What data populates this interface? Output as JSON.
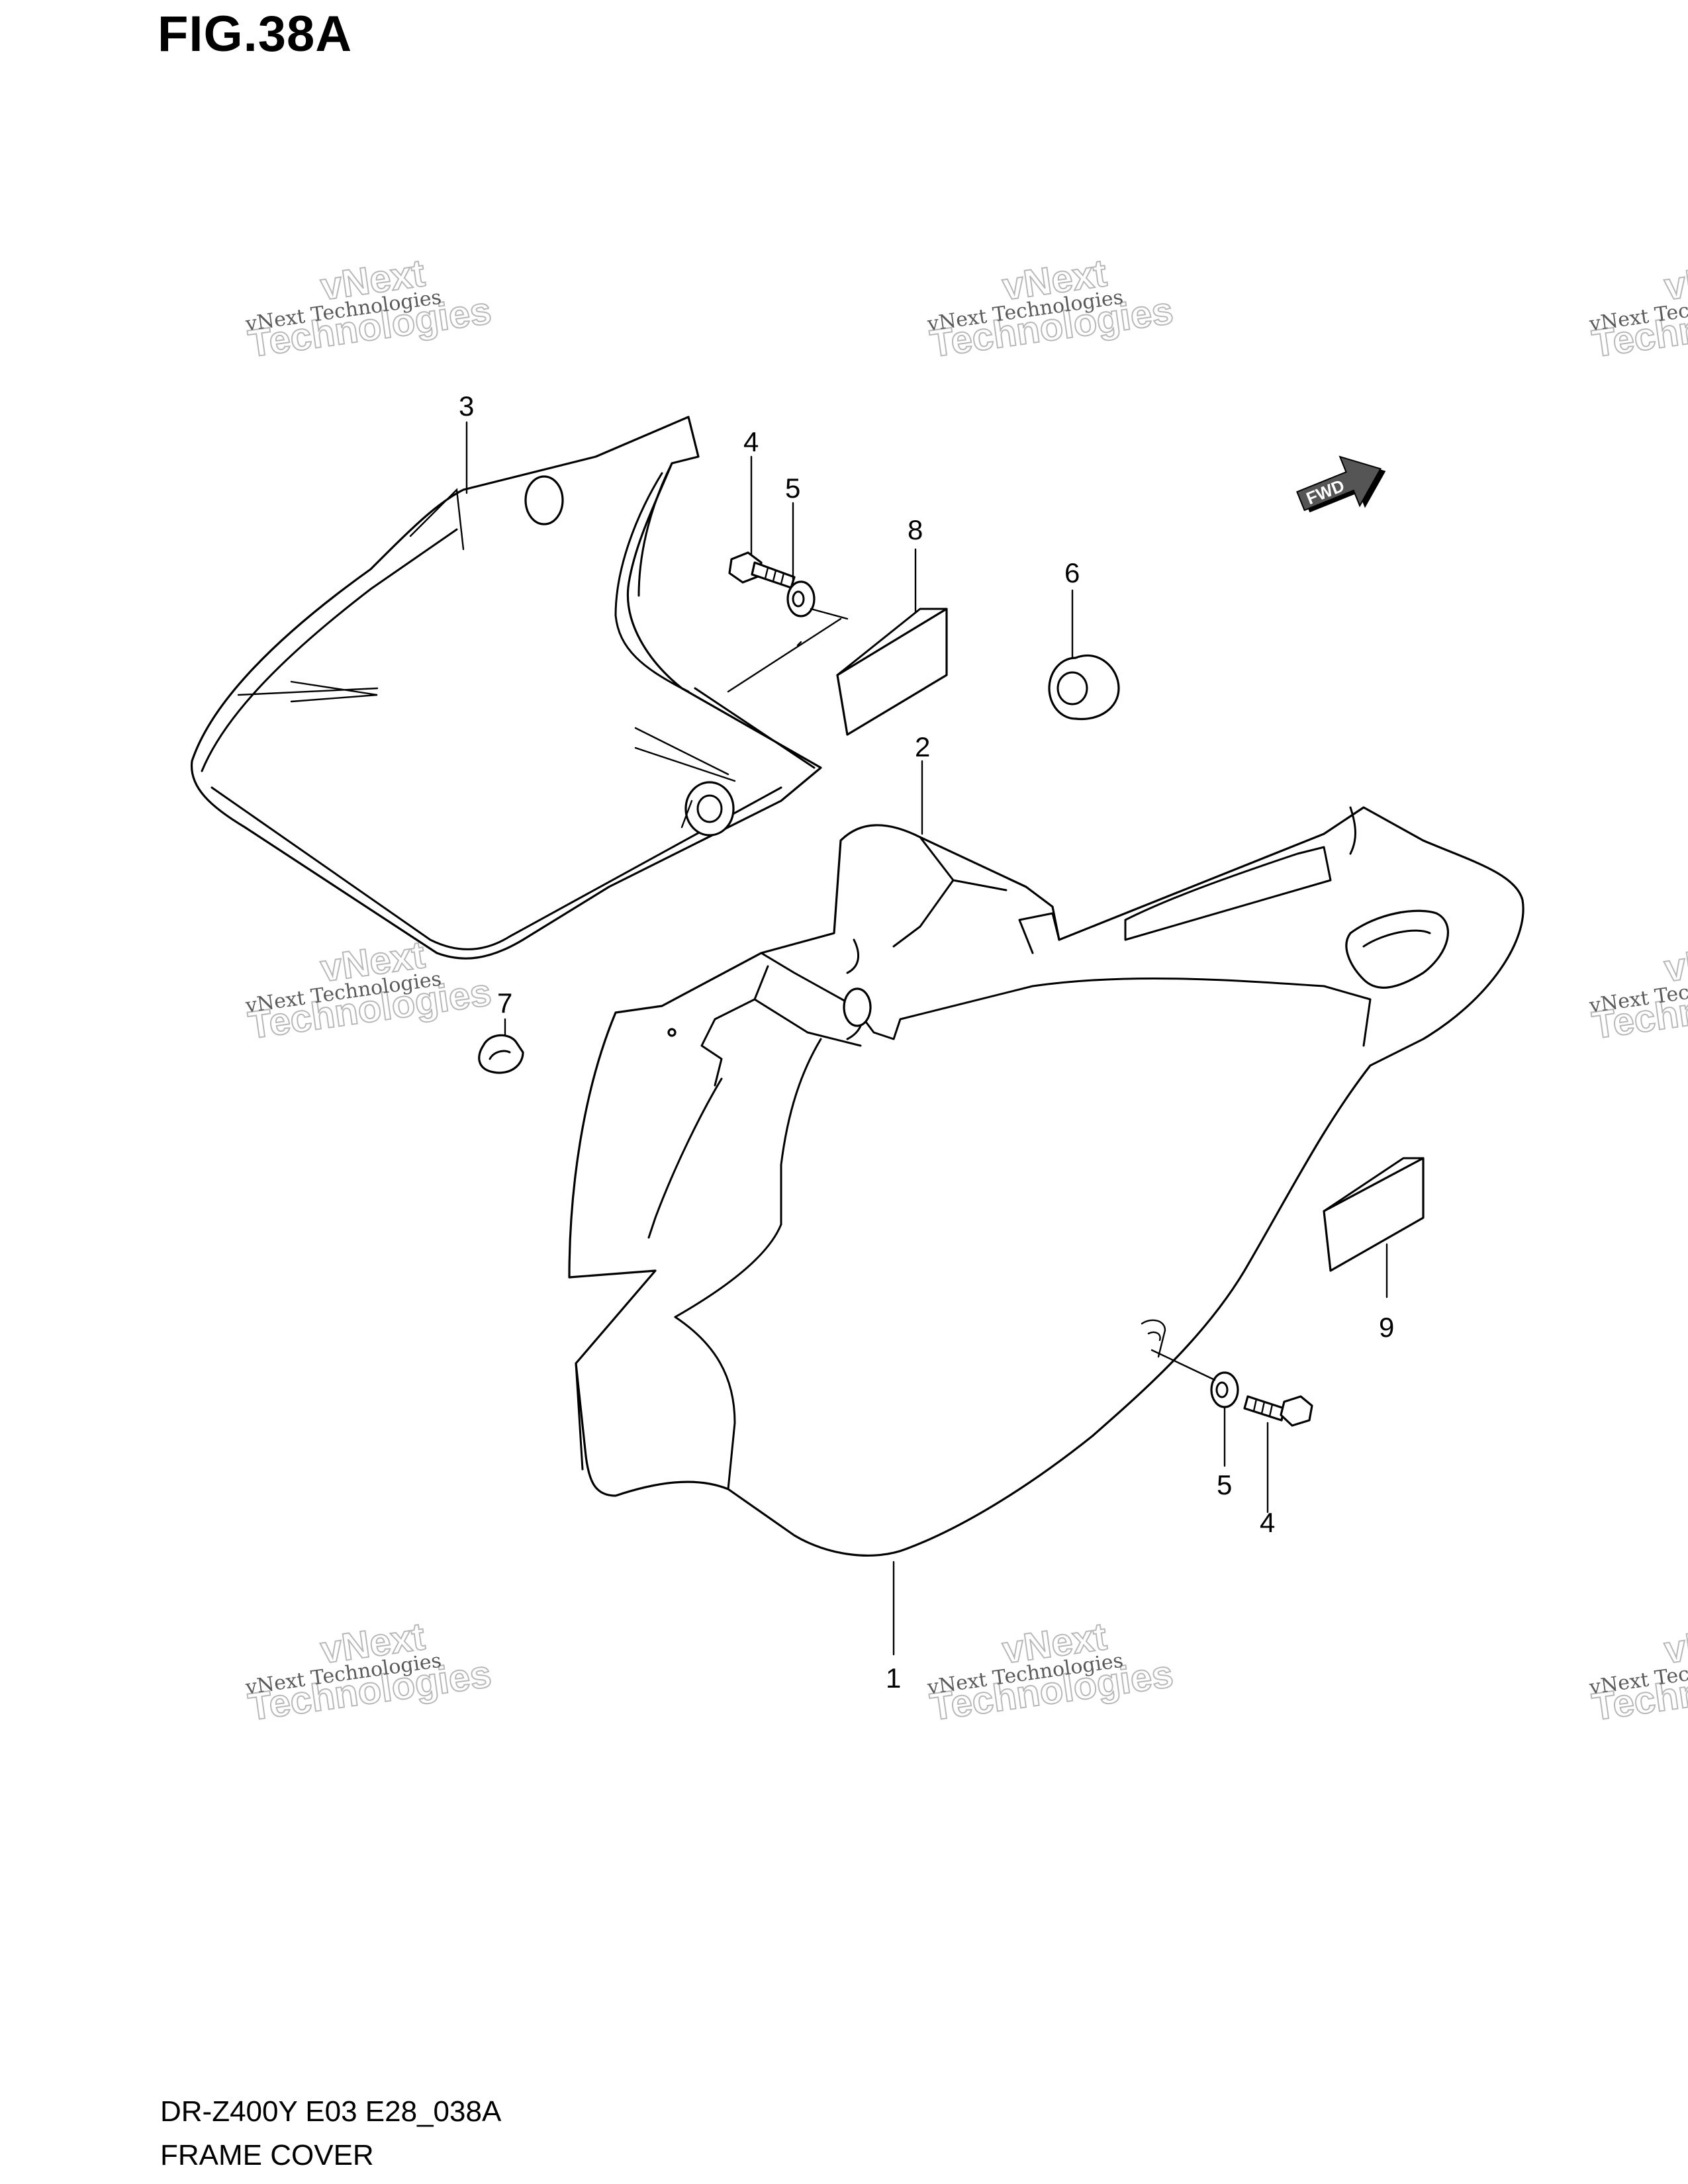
{
  "figure": {
    "title": "FIG.38A",
    "model_code": "DR-Z400Y E03 E28_038A",
    "name": "FRAME COVER"
  },
  "direction_arrow": {
    "label": "FWD"
  },
  "callouts": [
    {
      "id": "c1",
      "label": "1"
    },
    {
      "id": "c2",
      "label": "2"
    },
    {
      "id": "c3",
      "label": "3"
    },
    {
      "id": "c4a",
      "label": "4"
    },
    {
      "id": "c4b",
      "label": "4"
    },
    {
      "id": "c5a",
      "label": "5"
    },
    {
      "id": "c5b",
      "label": "5"
    },
    {
      "id": "c6",
      "label": "6"
    },
    {
      "id": "c7",
      "label": "7"
    },
    {
      "id": "c8",
      "label": "8"
    },
    {
      "id": "c9",
      "label": "9"
    }
  ],
  "watermark": {
    "line1": "vNext Technologies",
    "line2": "vNext",
    "line3": "Technologies"
  }
}
